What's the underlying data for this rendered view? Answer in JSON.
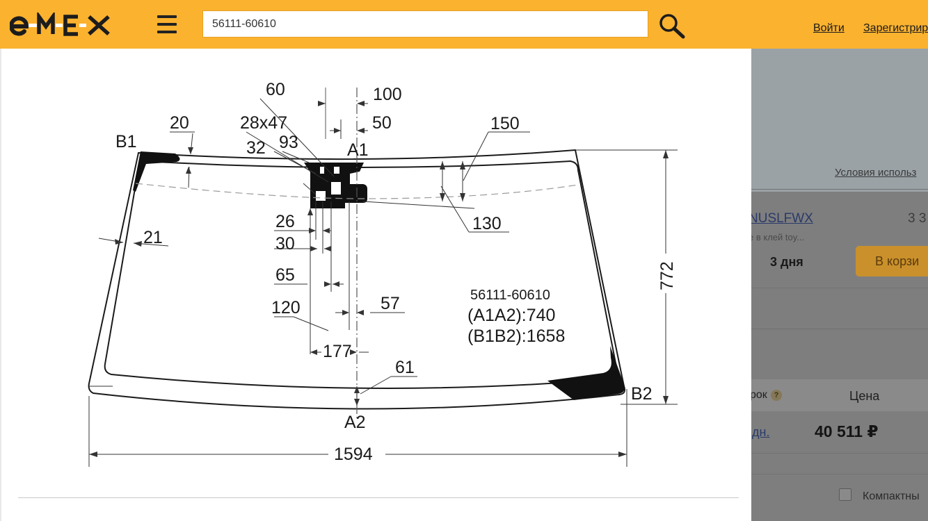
{
  "header": {
    "search_value": "56111-60610",
    "login_label": "Войти",
    "register_label": "Зарегистрир",
    "brand_color": "#fbb22f"
  },
  "drawing": {
    "part_number": "56111-60610",
    "a1a2": "(A1A2):740",
    "b1b2": "(B1B2):1658",
    "dims": {
      "d60": "60",
      "d100": "100",
      "d28x47": "28x47",
      "d50": "50",
      "d150": "150",
      "d20": "20",
      "d32": "32",
      "d93": "93",
      "d26": "26",
      "d30": "30",
      "d130": "130",
      "d21": "21",
      "d65": "65",
      "d57": "57",
      "d120": "120",
      "d177": "177",
      "d61": "61",
      "d772": "772",
      "d1594": "1594"
    },
    "points": {
      "a1": "A1",
      "a2": "A2",
      "b1": "B1",
      "b2": "B2"
    }
  },
  "background": {
    "terms_link": "Условия использ",
    "part_link": "NUSLFWX",
    "part_desc": "е в клей toy...",
    "qty": "3 3",
    "delivery": "3 дня",
    "cart_label": "В корзи",
    "col_term": "рок",
    "col_price": "Цена",
    "term_value": "дн.",
    "price_value": "40 511 ₽",
    "compact_label": "Компактны",
    "help_mark": "?"
  }
}
